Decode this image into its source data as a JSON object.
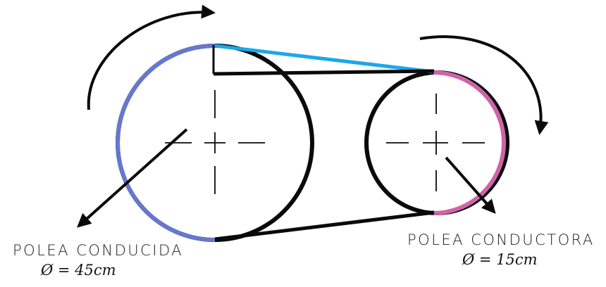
{
  "driven_pulley": {
    "name": "POLEA CONDUCIDA",
    "diameter": "Ø = 45cm",
    "arc_color": "#6677cc"
  },
  "driver_pulley": {
    "name": "POLEA CONDUCTORA",
    "diameter": "Ø = 15cm",
    "arc_color": "#d063a8"
  },
  "belt_colors": {
    "tight_side": "#1aa8e8",
    "outline": "#0a0a0a"
  },
  "icons": {
    "rotation_arrow": "curved-arrow-clockwise",
    "pointer_arrow": "straight-arrow"
  }
}
